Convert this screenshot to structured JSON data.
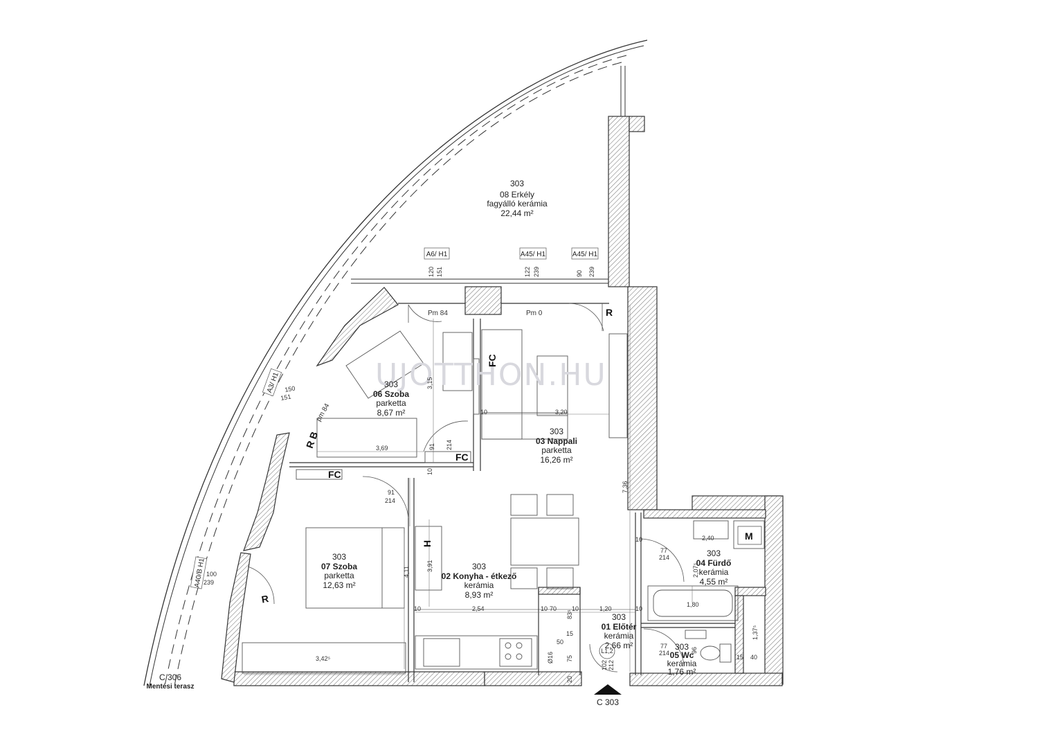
{
  "rooms": {
    "erkely": {
      "num": "303",
      "name": "08 Erkély",
      "finish": "fagyálló kerámia",
      "area": "22,44 m²"
    },
    "szoba06": {
      "num": "303",
      "name": "06 Szoba",
      "finish": "parketta",
      "area": "8,67 m²"
    },
    "nappali": {
      "num": "303",
      "name": "03 Nappali",
      "finish": "parketta",
      "area": "16,26 m²"
    },
    "szoba07": {
      "num": "303",
      "name": "07 Szoba",
      "finish": "parketta",
      "area": "12,63 m²"
    },
    "konyha": {
      "num": "303",
      "name": "02 Konyha - étkező",
      "finish": "kerámia",
      "area": "8,93 m²"
    },
    "furdo": {
      "num": "303",
      "name": "04 Fürdő",
      "finish": "kerámia",
      "area": "4,55 m²"
    },
    "eloter": {
      "num": "303",
      "name": "01 Előtér",
      "finish": "kerámia",
      "area": "2,66 m²"
    },
    "wc": {
      "num": "303",
      "name": "05 Wc",
      "finish": "kerámia",
      "area": "1,76 m²"
    },
    "terasz": {
      "num": "C 306",
      "name": "Mentési terasz"
    }
  },
  "entrance": "C 303",
  "watermark": "UJOTTHON.HU",
  "window_tags": [
    "A6/ H1",
    "A45/ H1",
    "A45/ H1",
    "A3/ H1",
    "A40/B H1"
  ],
  "window_dims": [
    {
      "w": "120",
      "h": "151"
    },
    {
      "w": "122",
      "h": "239"
    },
    {
      "w": "90",
      "h": "239"
    },
    {
      "w": "150",
      "h": "151"
    },
    {
      "w": "100",
      "h": "239"
    }
  ],
  "symbols": {
    "r": "R",
    "rb": "R B",
    "fc": "FC",
    "h": "H",
    "m": "M",
    "l12": "L1,2"
  },
  "floor_levels": {
    "pm84a": "Pm 84",
    "pm0": "Pm 0",
    "pm84b": "pm 84"
  },
  "dimensions": {
    "d_315": "3,15",
    "d_10a": "10",
    "d_320": "3,20",
    "d_91a": "91",
    "d_214a": "214",
    "d_369": "3,69",
    "d_10b": "10",
    "d_91b": "91",
    "d_214b": "214",
    "d_736": "7,36",
    "d_391": "3,91",
    "d_411": "4,11",
    "d_10c": "10",
    "d_254": "2,54",
    "d_10d": "10",
    "d_70": "70",
    "d_10e": "10",
    "d_120": "1,20",
    "d_10f": "10",
    "d_180": "1,80",
    "d_342": "3,42⁵",
    "d_240": "2,40",
    "d_77a": "77",
    "d_214c": "214",
    "d_207": "2,07⁵",
    "d_77b": "77",
    "d_214d": "214",
    "d_10g": "10",
    "d_50": "50",
    "d_15a": "15",
    "d_75": "75",
    "d_20": "20",
    "d_15b": "15",
    "d_40": "40",
    "d_137": "1,37⁵",
    "d_102": "102",
    "d_212": "212",
    "d_96": "96",
    "d_16": "Ø16",
    "d_83": "83⁵"
  }
}
